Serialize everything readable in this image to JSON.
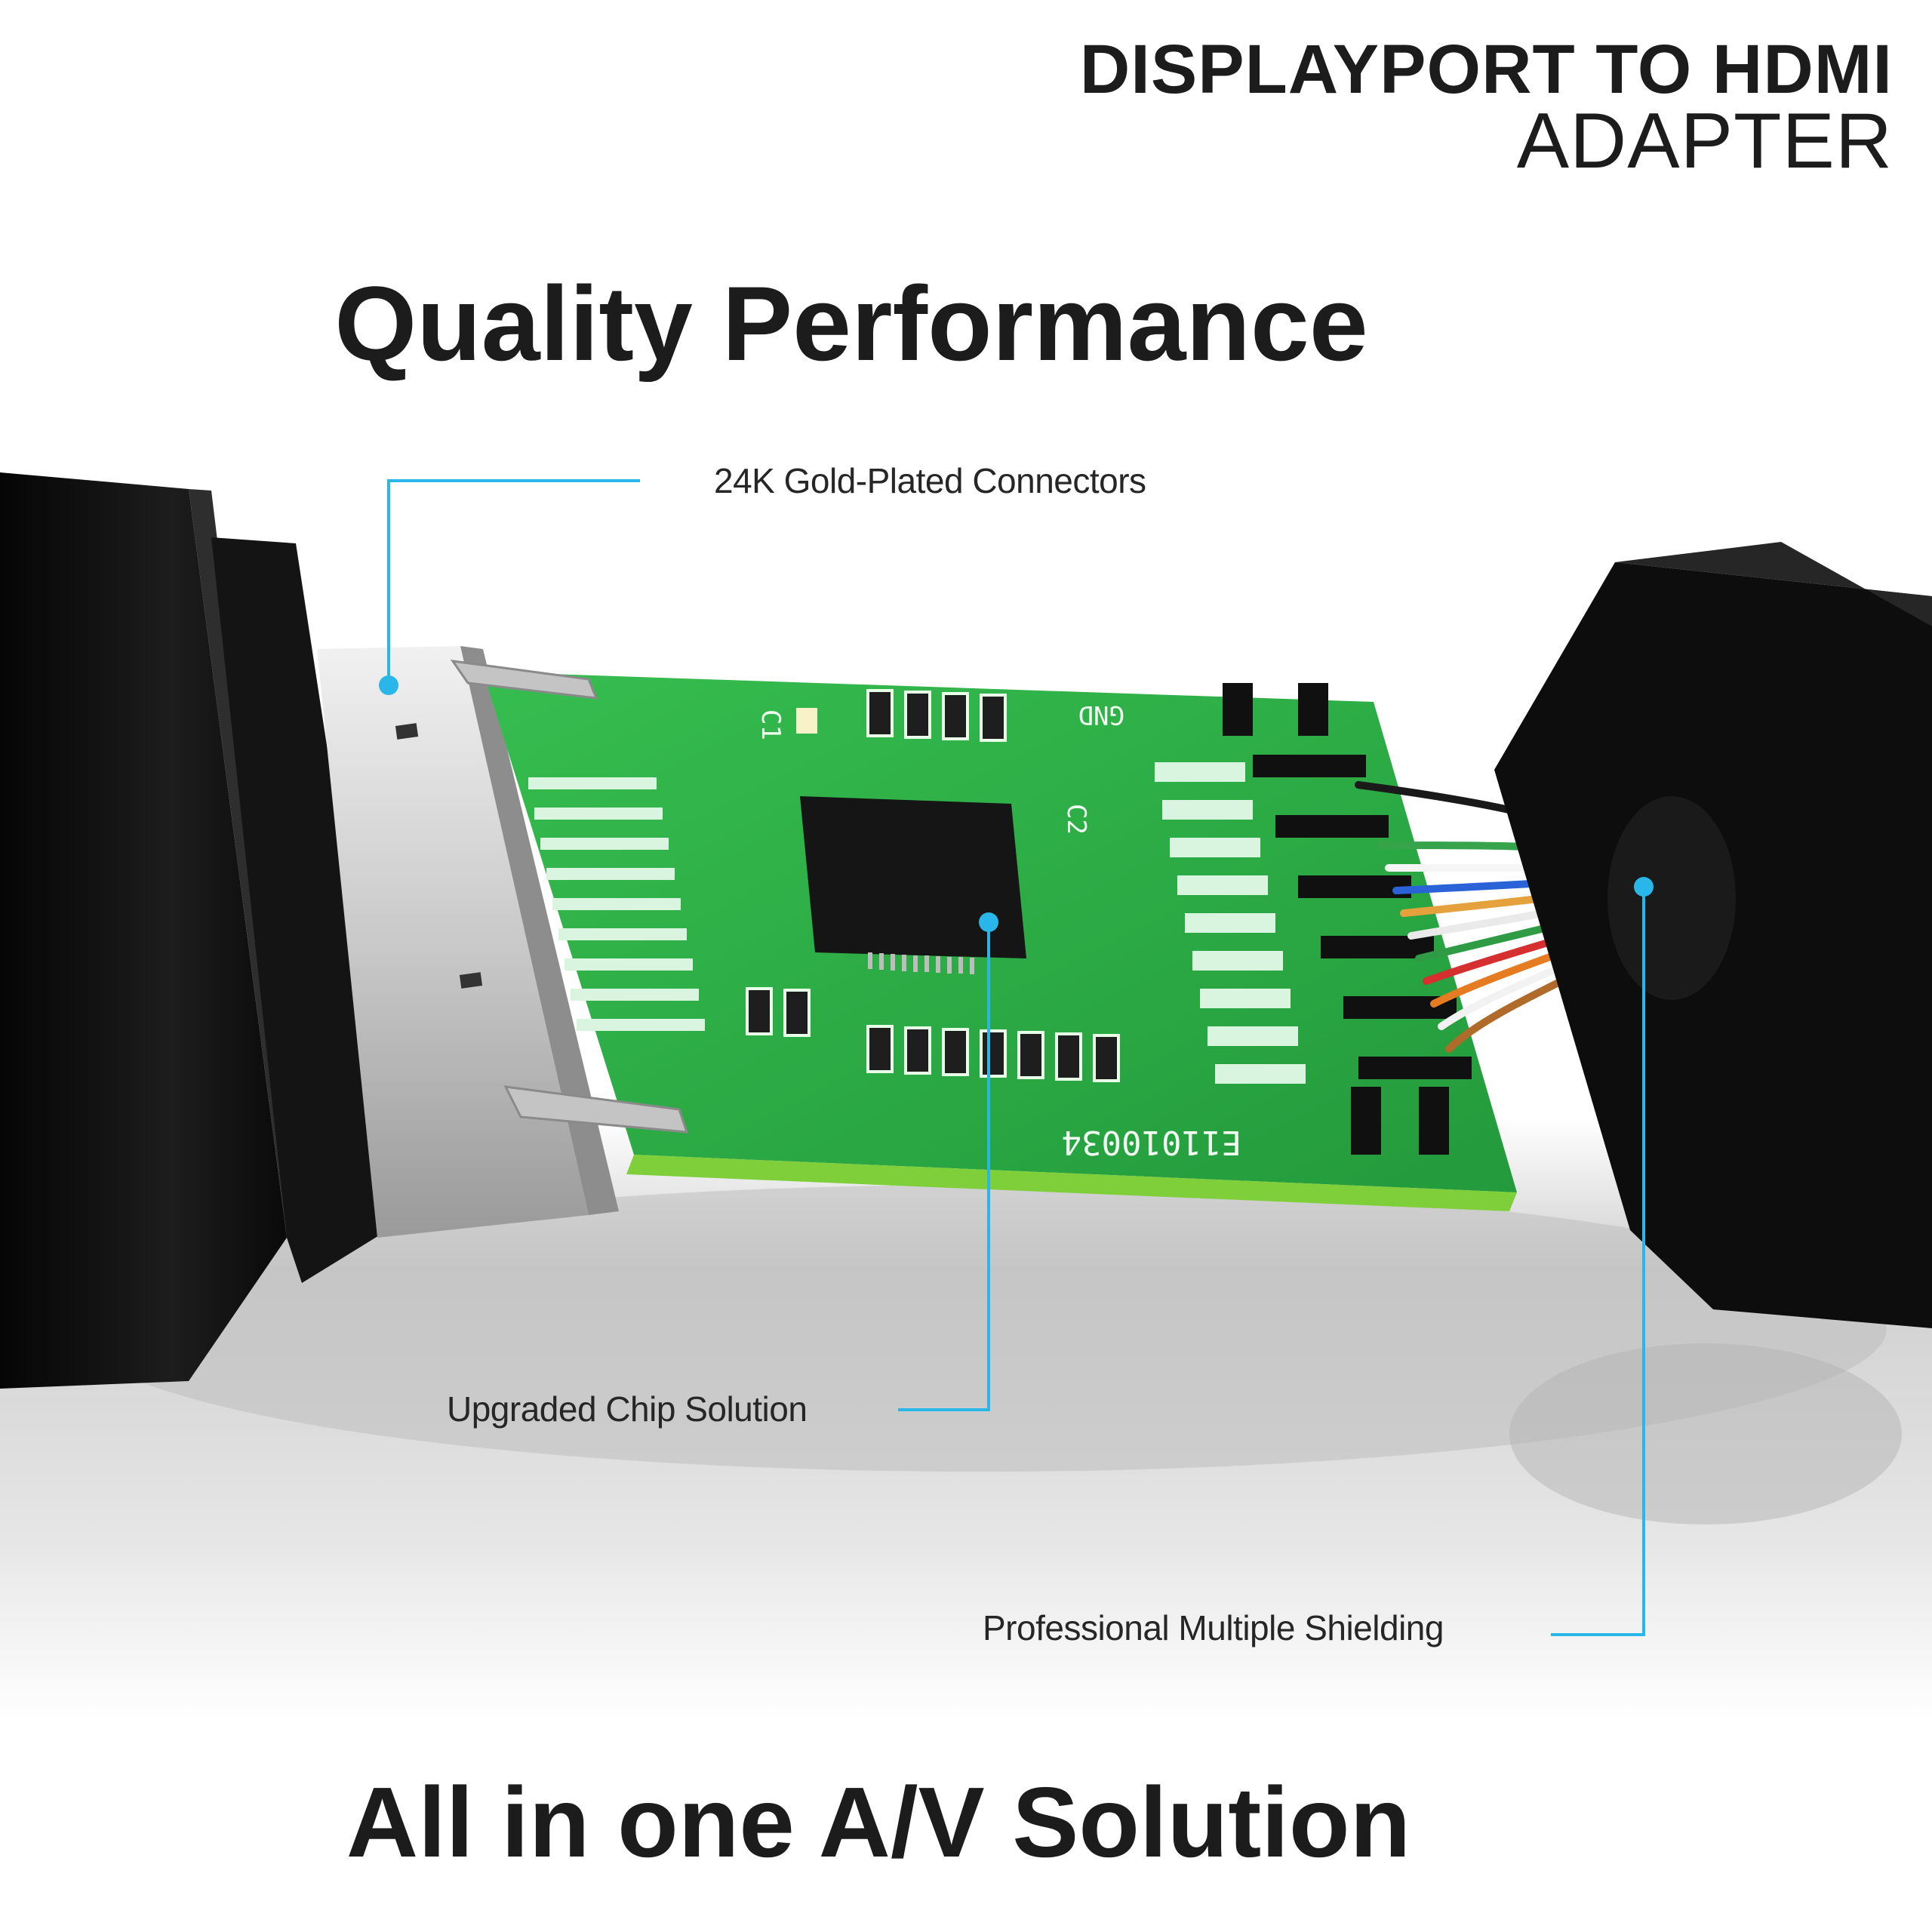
{
  "branding": {
    "line1": "DISPLAYPORT TO HDMI",
    "line2": "ADAPTER"
  },
  "headline": "Quality Performance",
  "callouts": {
    "connectors": "24K Gold-Plated Connectors",
    "chip": "Upgraded Chip Solution",
    "shielding": "Professional Multiple Shielding"
  },
  "footer": "All in one A/V Solution",
  "pcb": {
    "gnd": "GND",
    "serial": "E11010034",
    "c1": "C1",
    "c2": "C2"
  },
  "colors": {
    "accent": "#29b6e8",
    "pcb": "#2bb14a",
    "housing": "#111111"
  }
}
